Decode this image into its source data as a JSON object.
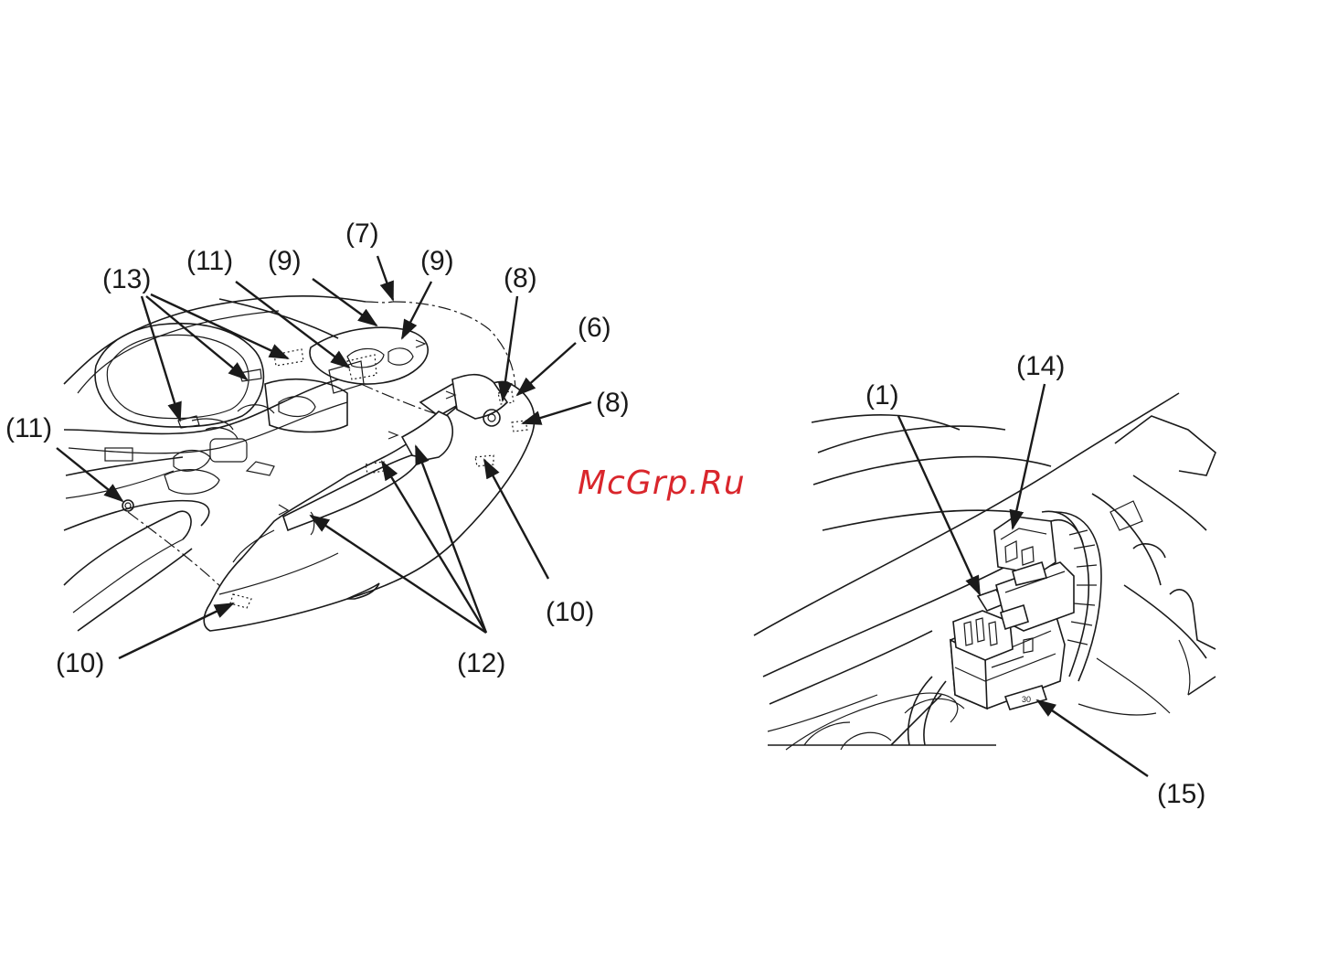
{
  "watermark": "McGrp.Ru",
  "left_figure": {
    "callouts": {
      "c7": "(7)",
      "c11_top": "(11)",
      "c9_left": "(9)",
      "c9_right": "(9)",
      "c13": "(13)",
      "c8_top": "(8)",
      "c6": "(6)",
      "c8_right": "(8)",
      "c11_left": "(11)",
      "c10_right": "(10)",
      "c10_left": "(10)",
      "c12": "(12)"
    }
  },
  "right_figure": {
    "callouts": {
      "c1": "(1)",
      "c14": "(14)",
      "c15": "(15)"
    },
    "relay_mark": "30"
  }
}
